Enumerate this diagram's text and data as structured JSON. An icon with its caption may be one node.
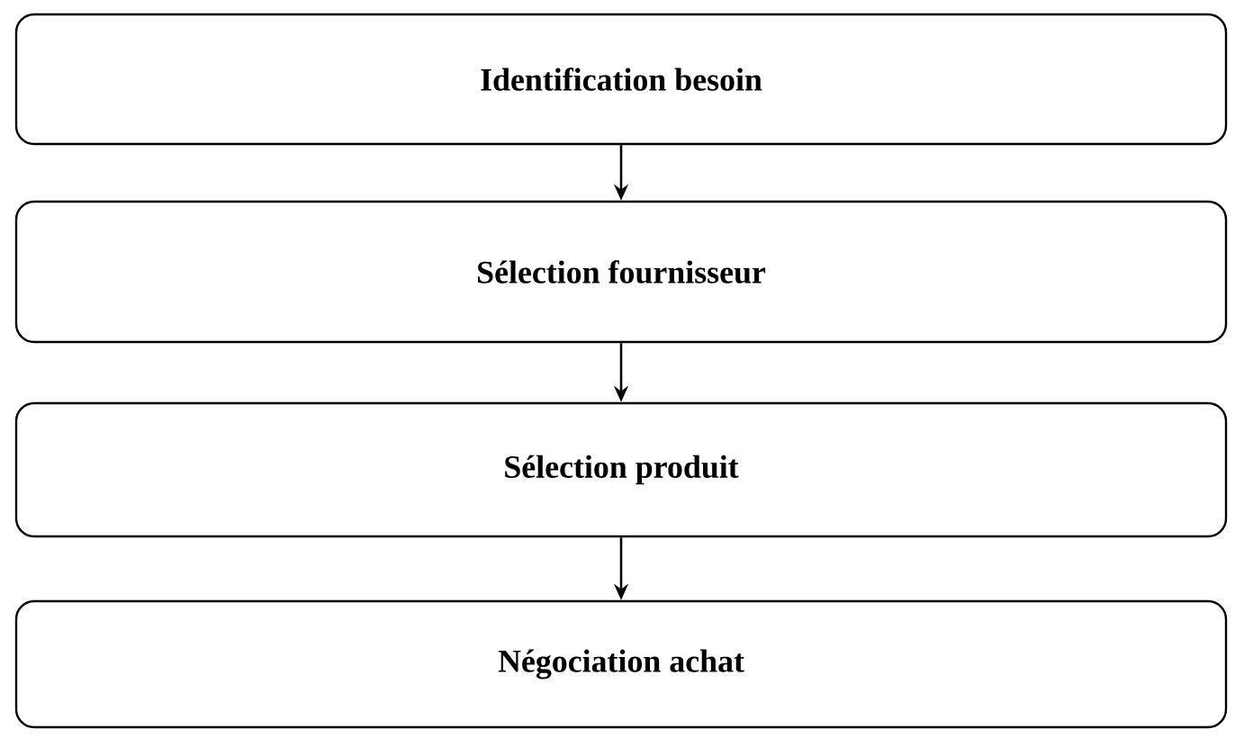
{
  "diagram": {
    "nodes": [
      {
        "text": [
          "Identification besoin"
        ]
      },
      {
        "text": [
          "Sélection fournisseur"
        ]
      },
      {
        "text": [
          "Sélection produit"
        ]
      },
      {
        "text": [
          "Négociation achat"
        ]
      }
    ],
    "edges": [
      {
        "from": 0,
        "to": 1,
        "arrow": "to"
      },
      {
        "from": 1,
        "to": 2,
        "arrow": "to"
      },
      {
        "from": 2,
        "to": 3,
        "arrow": "to"
      }
    ]
  }
}
